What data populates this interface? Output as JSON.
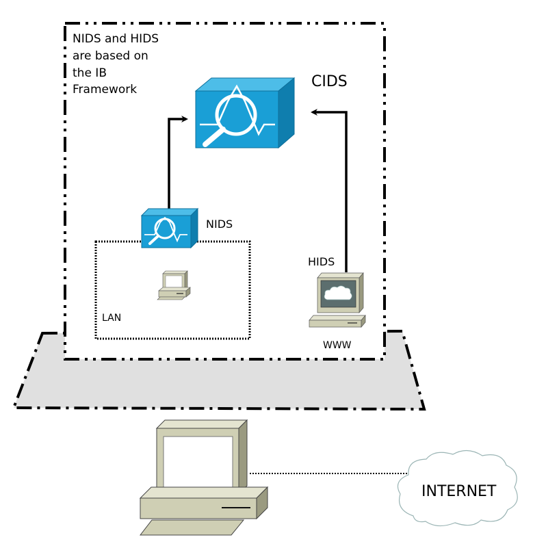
{
  "note": {
    "lines": [
      "NIDS and HIDS",
      "are based on",
      "the IB",
      "Framework"
    ]
  },
  "labels": {
    "cids": "CIDS",
    "nids": "NIDS",
    "hids": "HIDS",
    "lan": "LAN",
    "www": "WWW",
    "internet": "INTERNET"
  },
  "colors": {
    "ids_blue": "#1a9fd6",
    "platform_gray": "#e0e0e0",
    "computer_beige": "#cfcfb4",
    "screen_dark": "#5c6e6e"
  },
  "icons": {
    "cids": "ids-sensor-icon",
    "nids": "ids-sensor-icon",
    "lan_host": "workstation-icon",
    "hids_host": "web-server-icon",
    "internet": "cloud-icon",
    "main_host": "computer-icon"
  }
}
